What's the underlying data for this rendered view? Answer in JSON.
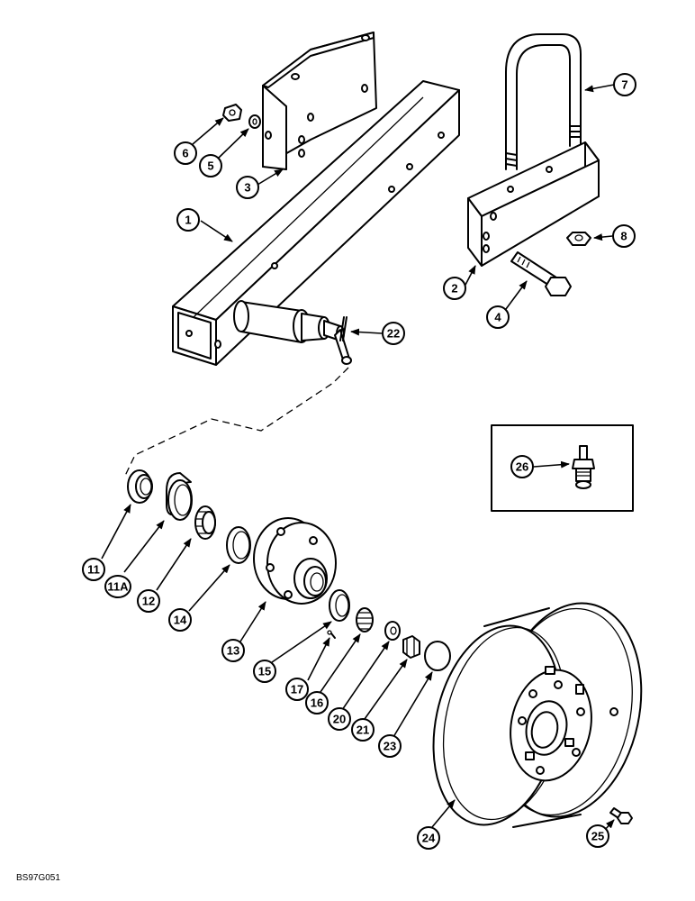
{
  "figure_code": "BS97G051",
  "callouts": [
    {
      "id": "c1",
      "label": "1"
    },
    {
      "id": "c2",
      "label": "2"
    },
    {
      "id": "c3",
      "label": "3"
    },
    {
      "id": "c4",
      "label": "4"
    },
    {
      "id": "c5",
      "label": "5"
    },
    {
      "id": "c6",
      "label": "6"
    },
    {
      "id": "c7",
      "label": "7"
    },
    {
      "id": "c8",
      "label": "8"
    },
    {
      "id": "c11",
      "label": "11"
    },
    {
      "id": "c11a",
      "label": "11A"
    },
    {
      "id": "c12",
      "label": "12"
    },
    {
      "id": "c13",
      "label": "13"
    },
    {
      "id": "c14",
      "label": "14"
    },
    {
      "id": "c15",
      "label": "15"
    },
    {
      "id": "c16",
      "label": "16"
    },
    {
      "id": "c17",
      "label": "17"
    },
    {
      "id": "c20",
      "label": "20"
    },
    {
      "id": "c21",
      "label": "21"
    },
    {
      "id": "c22",
      "label": "22"
    },
    {
      "id": "c23",
      "label": "23"
    },
    {
      "id": "c24",
      "label": "24"
    },
    {
      "id": "c25",
      "label": "25"
    },
    {
      "id": "c26",
      "label": "26"
    }
  ]
}
